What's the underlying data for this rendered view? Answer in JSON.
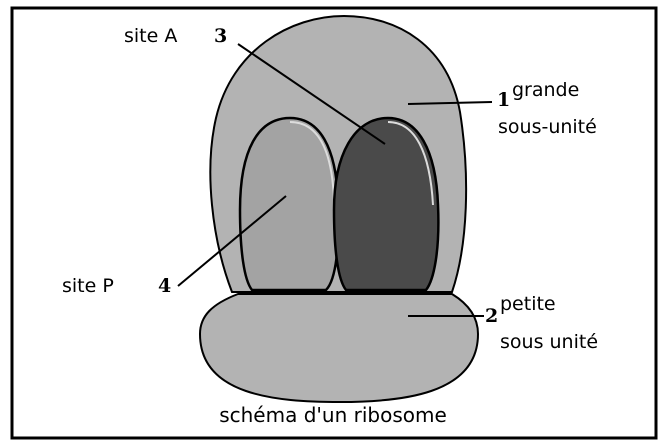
{
  "diagram": {
    "caption": "schéma d'un ribosome",
    "labels": {
      "grande_num": "1",
      "grande_line1": "grande",
      "grande_line2": "sous-unité",
      "petite_num": "2",
      "petite_line1": "petite",
      "petite_line2": "sous unité",
      "siteA_text": "site A",
      "siteA_num": "3",
      "siteP_text": "site P",
      "siteP_num": "4"
    },
    "colors": {
      "subunit_fill": "#b3b3b3",
      "site_p_fill": "#a3a3a3",
      "site_a_fill": "#4a4a4a",
      "outline": "#000000",
      "inner_highlight": "#dcdcdc"
    }
  }
}
